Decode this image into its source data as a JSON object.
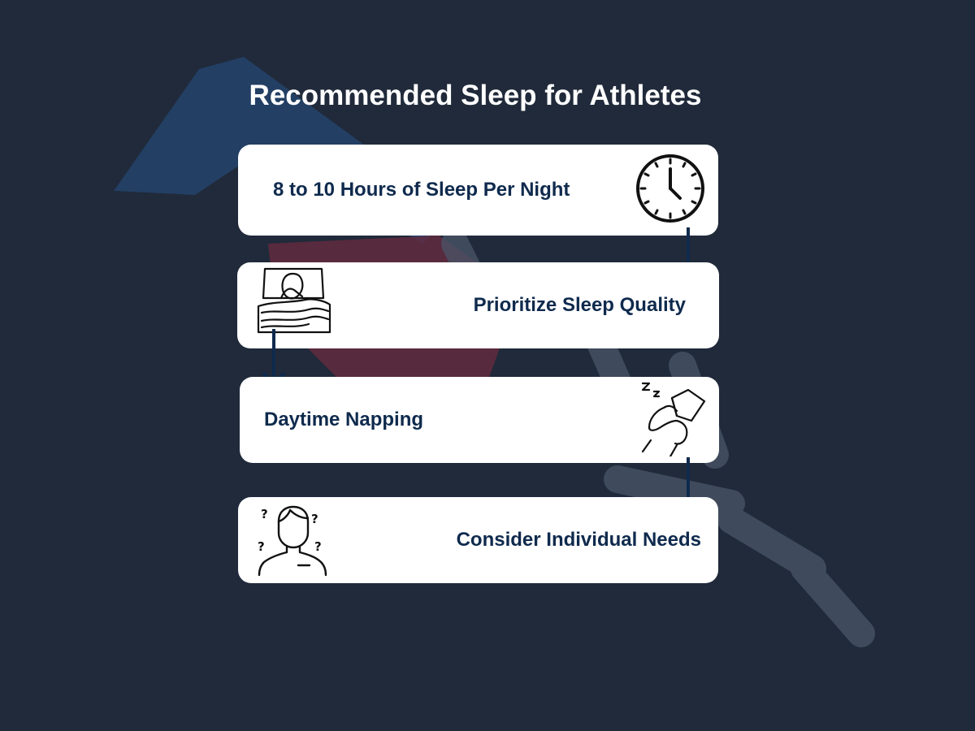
{
  "title": "Recommended Sleep for Athletes",
  "steps": [
    {
      "label": "8 to 10 Hours of Sleep Per Night",
      "icon": "clock-icon"
    },
    {
      "label": "Prioritize Sleep Quality",
      "icon": "sleeping-in-bed-icon"
    },
    {
      "label": "Daytime Napping",
      "icon": "napping-person-icon"
    },
    {
      "label": "Consider Individual Needs",
      "icon": "confused-person-icon"
    }
  ],
  "colors": {
    "background": "#202a3a",
    "card": "#ffffff",
    "text": "#0f2a4d",
    "arrow": "#0f2a4d"
  }
}
